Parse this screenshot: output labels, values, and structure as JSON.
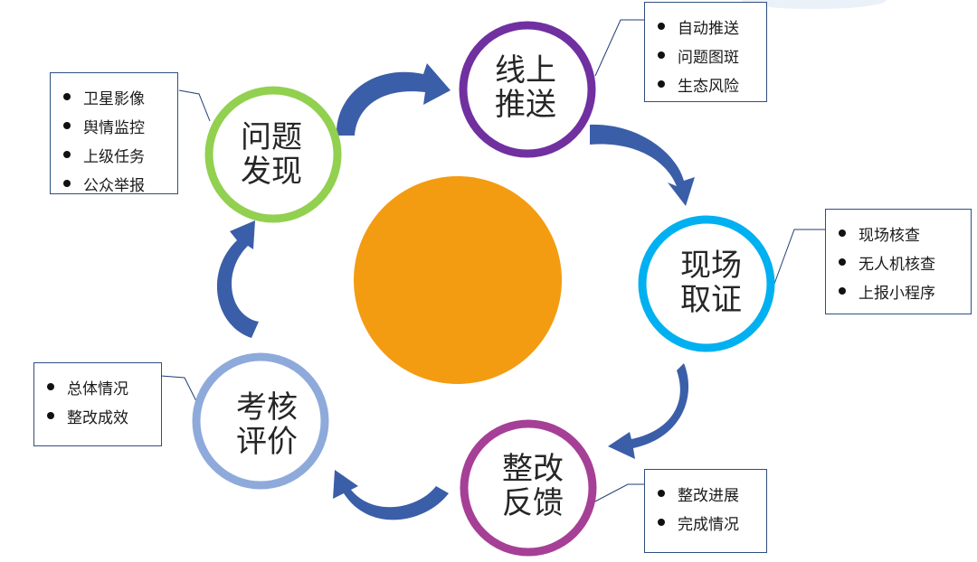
{
  "center": {
    "color": "#f39c12"
  },
  "stages": [
    {
      "id": "discover",
      "line1": "问题",
      "line2": "发现",
      "color": "#92d050",
      "notes": [
        "卫星影像",
        "舆情监控",
        "上级任务",
        "公众举报"
      ]
    },
    {
      "id": "push",
      "line1": "线上",
      "line2": "推送",
      "color": "#7030a0",
      "notes": [
        "自动推送",
        "问题图斑",
        "生态风险"
      ]
    },
    {
      "id": "evidence",
      "line1": "现场",
      "line2": "取证",
      "color": "#00b0f0",
      "notes": [
        "现场核查",
        "无人机核查",
        "上报小程序"
      ]
    },
    {
      "id": "feedback",
      "line1": "整改",
      "line2": "反馈",
      "color": "#a63f96",
      "notes": [
        "整改进展",
        "完成情况"
      ]
    },
    {
      "id": "evaluate",
      "line1": "考核",
      "line2": "评价",
      "color": "#8eaadb",
      "notes": [
        "总体情况",
        "整改成效"
      ]
    }
  ],
  "arrow_color": "#3b5ea8",
  "note_border_color": "#2f4f7e"
}
